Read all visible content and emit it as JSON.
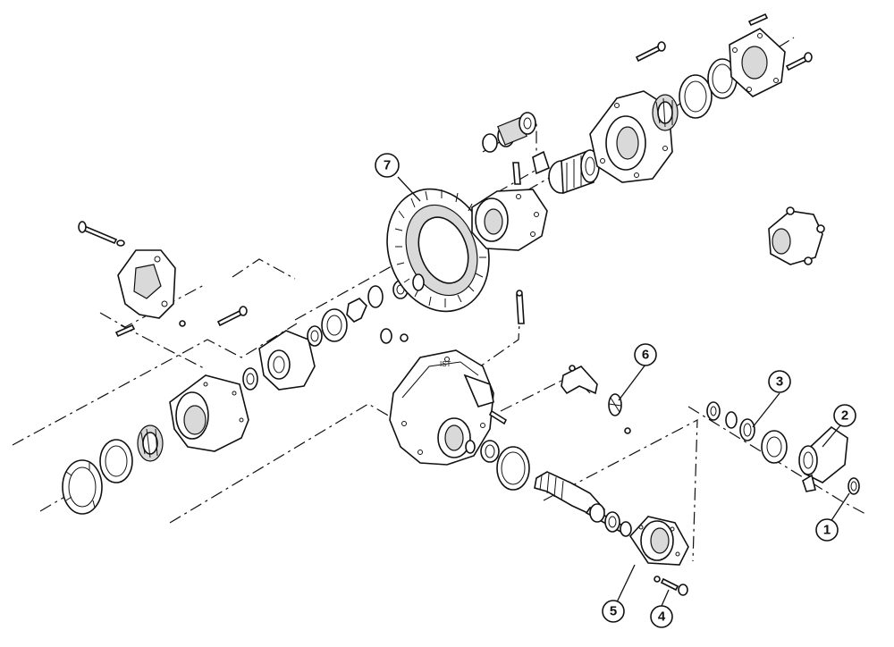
{
  "callouts": [
    {
      "label": "1",
      "name": "callout-1"
    },
    {
      "label": "2",
      "name": "callout-2"
    },
    {
      "label": "3",
      "name": "callout-3"
    },
    {
      "label": "4",
      "name": "callout-4"
    },
    {
      "label": "5",
      "name": "callout-5"
    },
    {
      "label": "6",
      "name": "callout-6"
    },
    {
      "label": "7",
      "name": "callout-7"
    }
  ]
}
